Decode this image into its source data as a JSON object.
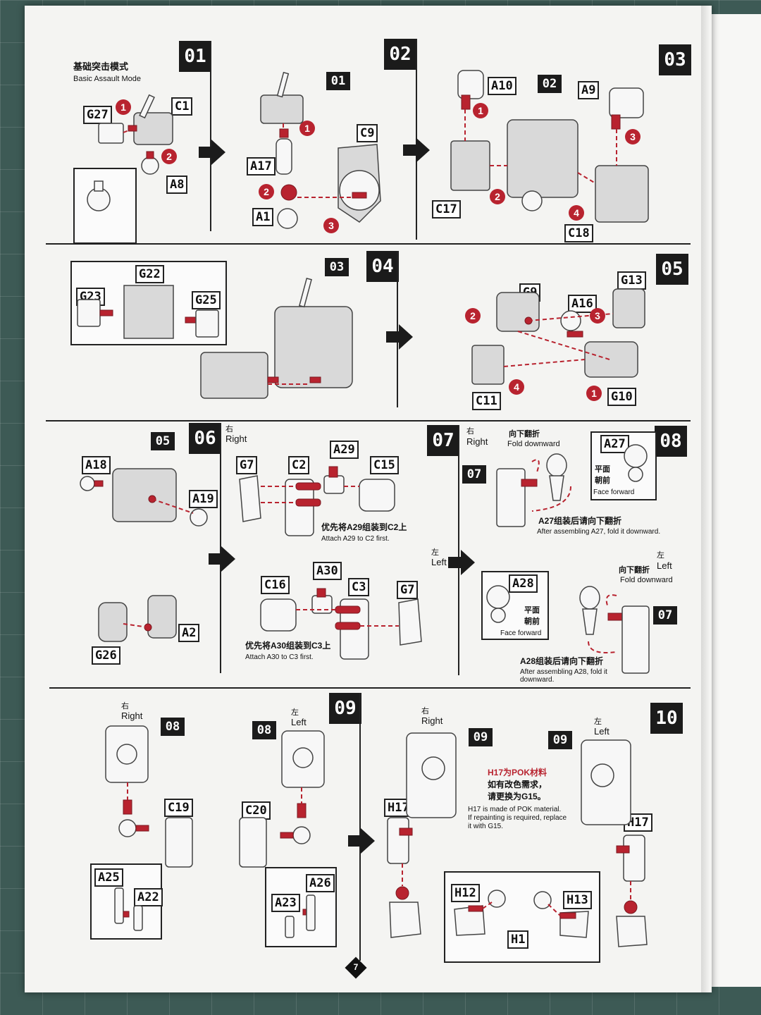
{
  "title_cn": "基础突击模式",
  "title_en": "Basic Assault Mode",
  "steps": {
    "s01": "01",
    "s02": "02",
    "s03": "03",
    "s04": "04",
    "s05": "05",
    "s06": "06",
    "s07": "07",
    "s08": "08",
    "s09": "09",
    "s10": "10"
  },
  "parts": {
    "G27": "G27",
    "C1": "C1",
    "A8": "A8",
    "A17": "A17",
    "A1": "A1",
    "C9": "C9",
    "A10": "A10",
    "A9": "A9",
    "C17": "C17",
    "C18": "C18",
    "G22": "G22",
    "G23": "G23",
    "G25": "G25",
    "G9": "G9",
    "A16": "A16",
    "G13": "G13",
    "C11": "C11",
    "G10": "G10",
    "A18": "A18",
    "A19": "A19",
    "G26": "G26",
    "A2": "A2",
    "G7": "G7",
    "C2": "C2",
    "A29": "A29",
    "C15": "C15",
    "C16": "C16",
    "A30": "A30",
    "C3": "C3",
    "A27": "A27",
    "A28": "A28",
    "C19": "C19",
    "A25": "A25",
    "A22": "A22",
    "C20": "C20",
    "A26": "A26",
    "A23": "A23",
    "H17": "H17",
    "H12": "H12",
    "H13": "H13",
    "H1": "H1"
  },
  "numbers": {
    "n1": "1",
    "n2": "2",
    "n3": "3",
    "n4": "4"
  },
  "labels": {
    "right_cn": "右",
    "right_en": "Right",
    "left_cn": "左",
    "left_en": "Left",
    "fold_cn": "向下翻折",
    "fold_en": "Fold downward",
    "face_cn1": "平面",
    "face_cn2": "朝前",
    "face_en": "Face forward",
    "a27_cn": "A27组装后请向下翻折",
    "a27_en": "After assembling A27, fold it downward.",
    "a28_cn": "A28组装后请向下翻折",
    "a28_en1": "After assembling A28, fold it",
    "a28_en2": "downward.",
    "a29_cn": "优先将A29组装到C2上",
    "a29_en": "Attach A29 to C2 first.",
    "a30_cn": "优先将A30组装到C3上",
    "a30_en": "Attach A30 to C3 first.",
    "h17_cn1": "H17为POK材料",
    "h17_cn2": "如有改色需求，",
    "h17_cn3": "请更换为G15。",
    "h17_en1": "H17 is made of POK material.",
    "h17_en2": "If repainting is required, replace",
    "h17_en3": "it with G15.",
    "page_num": "7"
  },
  "colors": {
    "accent": "#b8232f",
    "ink": "#1b1b1b",
    "paper": "#f4f4f2"
  }
}
